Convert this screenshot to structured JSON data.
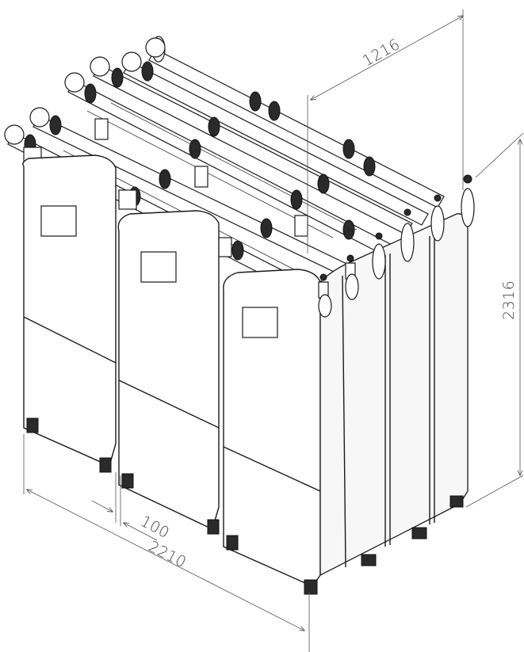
{
  "dimensions": {
    "depth": "1216",
    "height": "2316",
    "gap": "100",
    "width": "2210"
  }
}
